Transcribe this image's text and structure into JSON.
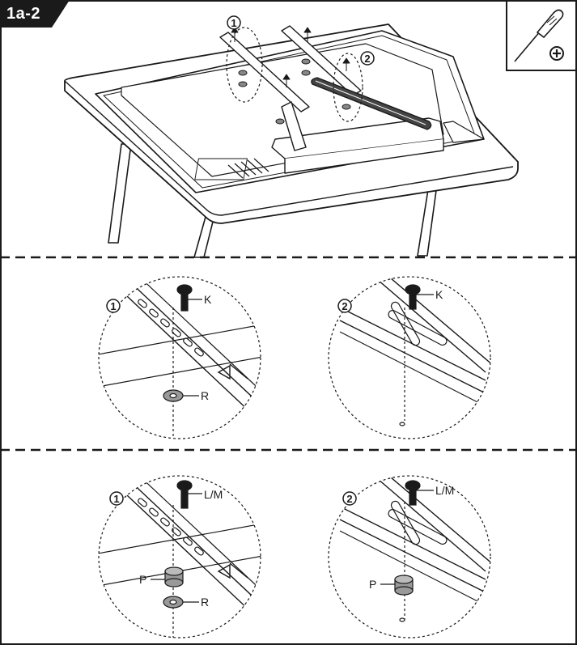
{
  "step": {
    "label": "1a-2"
  },
  "tool": {
    "icon": "phillips-screwdriver-icon",
    "symbol": "⊕"
  },
  "callouts": {
    "one": "1",
    "two": "2"
  },
  "parts": {
    "screw": "K",
    "screw_alt": "L/M",
    "washer": "R",
    "spacer": "P"
  },
  "colors": {
    "ink": "#1a1a1a",
    "tab": "#1a1a1a",
    "paper": "#ffffff"
  }
}
